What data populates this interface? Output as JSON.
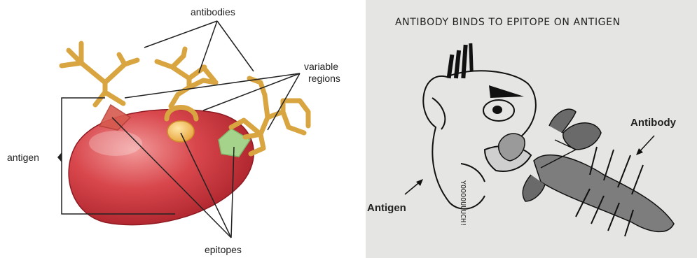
{
  "left_diagram": {
    "labels": {
      "antibodies": "antibodies",
      "variable_regions": "variable\nregions",
      "antigen": "antigen",
      "epitopes": "epitopes"
    },
    "colors": {
      "antigen_fill": "#c9333a",
      "antibody_gold": "#d9a541",
      "epitope_green": "#a6d38c",
      "epitope_orange": "#f0b542",
      "epitope_red": "#d75a4f"
    }
  },
  "right_cartoon": {
    "title": "ANTIBODY BINDS TO EPITOPE ON ANTIGEN",
    "labels": {
      "antibody": "Antibody",
      "antigen": "Antigen",
      "ouch": "YOOOOUUUCH!"
    }
  }
}
